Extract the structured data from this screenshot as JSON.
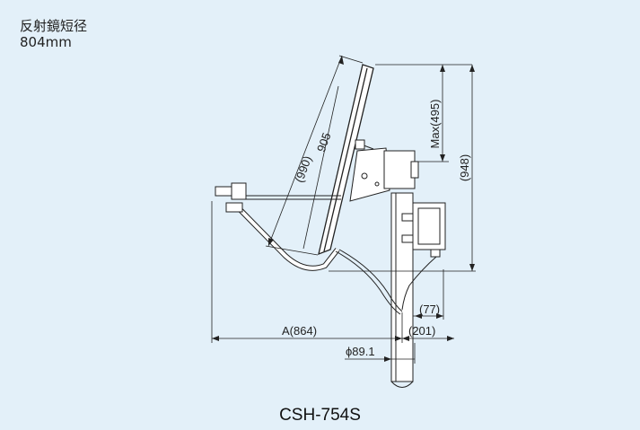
{
  "spec": {
    "label": "反射鏡短径",
    "value": "804mm"
  },
  "model": "CSH-754S",
  "dimensions": {
    "reflector_long": "(990)",
    "reflector_inner": "905",
    "max_height": "Max(495)",
    "total_height": "(948)",
    "offset_small": "(77)",
    "offset_mid": "(201)",
    "overall_width": "A(864)",
    "pole_diameter": "ϕ89.1"
  }
}
